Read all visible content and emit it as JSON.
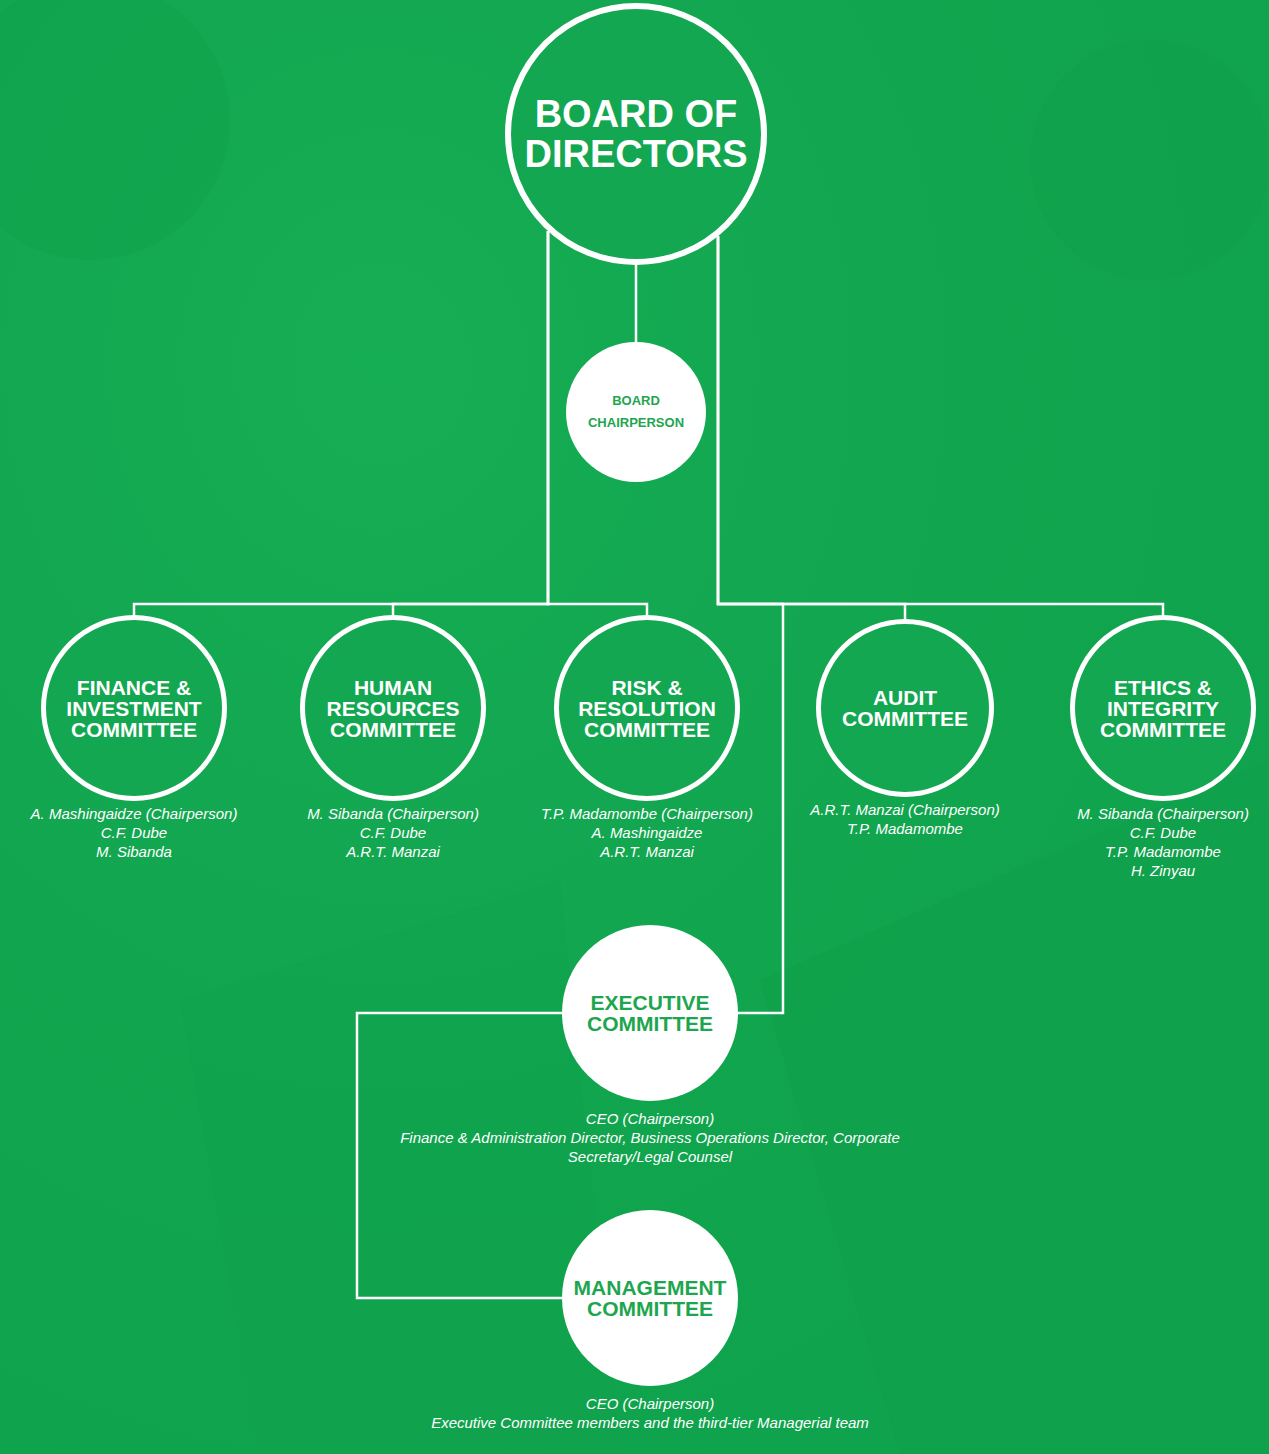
{
  "diagram": {
    "nodes": [
      {
        "text": [
          "BOARD OF DIRECTORS"
        ]
      },
      {
        "text": [
          "BOARD CHAIRPERSON"
        ]
      },
      {
        "text": [
          "FINANCE & INVESTMENT COMMITTEE",
          "A. Mashingaidze (Chairperson)",
          "C.F. Dube",
          "M. Sibanda"
        ]
      },
      {
        "text": [
          "HUMAN RESOURCES COMMITTEE",
          "M. Sibanda (Chairperson)",
          "C.F. Dube",
          "A.R.T. Manzai"
        ]
      },
      {
        "text": [
          "RISK & RESOLUTION COMMITTEE",
          "T.P. Madamombe (Chairperson)",
          "A. Mashingaidze",
          "A.R.T. Manzai"
        ]
      },
      {
        "text": [
          "AUDIT COMMITTEE",
          "A.R.T. Manzai (Chairperson)",
          "T.P. Madamombe"
        ]
      },
      {
        "text": [
          "ETHICS & INTEGRITY COMMITTEE",
          "M. Sibanda (Chairperson)",
          "C.F. Dube",
          "T.P. Madamombe",
          "H. Zinyau"
        ]
      },
      {
        "text": [
          "EXECUTIVE COMMITTEE",
          "CEO (Chairperson)",
          "Finance & Administration Director, Business Operations Director, Corporate Secretary/Legal Counsel"
        ]
      },
      {
        "text": [
          "MANAGEMENT COMMITTEE",
          "CEO (Chairperson)",
          "Executive Committee members and the third-tier Managerial team"
        ]
      }
    ],
    "edges": [
      {
        "from": 0,
        "to": 1,
        "arrow": "none"
      },
      {
        "from": 0,
        "to": 2,
        "arrow": "none"
      },
      {
        "from": 0,
        "to": 3,
        "arrow": "none"
      },
      {
        "from": 0,
        "to": 4,
        "arrow": "none"
      },
      {
        "from": 0,
        "to": 5,
        "arrow": "none"
      },
      {
        "from": 0,
        "to": 6,
        "arrow": "none"
      },
      {
        "from": 0,
        "to": 7,
        "arrow": "none"
      },
      {
        "from": 7,
        "to": 8,
        "arrow": "none"
      }
    ]
  }
}
